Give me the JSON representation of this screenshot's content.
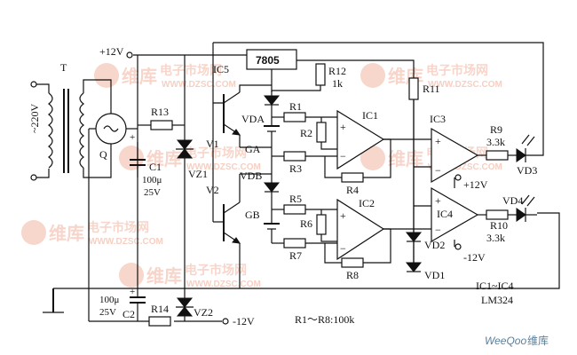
{
  "labels": {
    "transformer": "T",
    "mains": "~220V",
    "bridge": "Q",
    "plus12": "+12V",
    "minus12": "-12V",
    "ic5": "IC5",
    "reg": "7805",
    "r12": "R12",
    "r12_val": "1k",
    "r11": "R11",
    "r13": "R13",
    "r14": "R14",
    "c1": "C1",
    "c1_cap": "100μ",
    "c1_volt": "25V",
    "c2": "C2",
    "c2_cap": "100μ",
    "c2_volt": "25V",
    "vz1": "VZ1",
    "vz2": "VZ2",
    "v1": "V1",
    "v2": "V2",
    "vda": "VDA",
    "vdb": "VDB",
    "ga": "GA",
    "gb": "GB",
    "r1": "R1",
    "r2": "R2",
    "r3": "R3",
    "r4": "R4",
    "r5": "R5",
    "r6": "R6",
    "r7": "R7",
    "r8": "R8",
    "ic1": "IC1",
    "ic2": "IC2",
    "ic3": "IC3",
    "ic4": "IC4",
    "r9": "R9",
    "r9_val": "3.3k",
    "r10": "R10",
    "r10_val": "3.3k",
    "vd1": "VD1",
    "vd2": "VD2",
    "vd3": "VD3",
    "vd4": "VD4",
    "ic4_plus": "+12V",
    "ic4_minus": "-12V",
    "ic_range": "IC1~IC4",
    "ic_part": "LM324",
    "r_note": "R1～R8:100k",
    "plus": "+",
    "minus": "−"
  },
  "watermarks": {
    "brand": "维库",
    "brand_tail": "电子市场网",
    "url": "WWW.DZSC.COM",
    "footer_brand": "WeeQoo",
    "footer_tail": "维库"
  },
  "colors": {
    "ink": "#111111",
    "watermark": "#e9896a",
    "footer": "#5a7f9b"
  }
}
